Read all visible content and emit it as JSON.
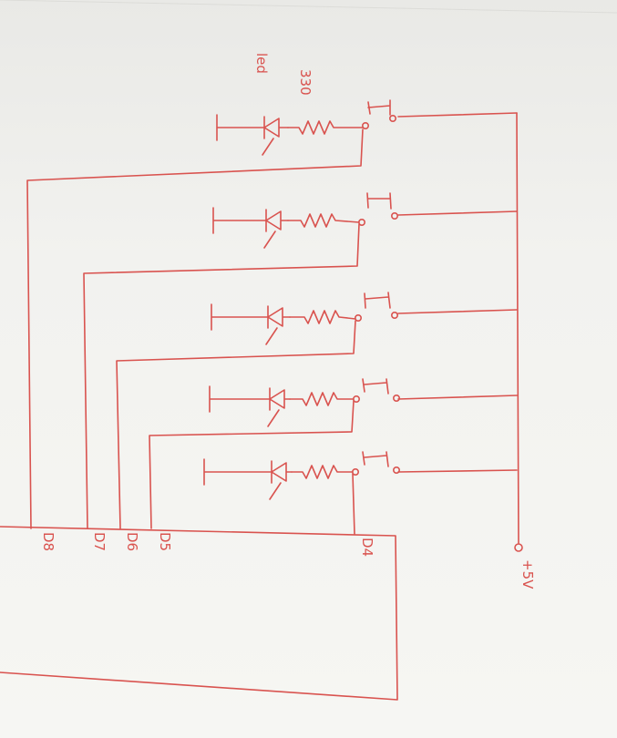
{
  "labels": {
    "resistor_value": "330",
    "led": "led",
    "supply": "+5V",
    "pins": {
      "d8": "D8",
      "d7": "D7",
      "d6": "D6",
      "d5": "D5",
      "d4": "D4"
    }
  },
  "colors": {
    "ink": "#d9534f",
    "paper": "#f4f4f1"
  }
}
